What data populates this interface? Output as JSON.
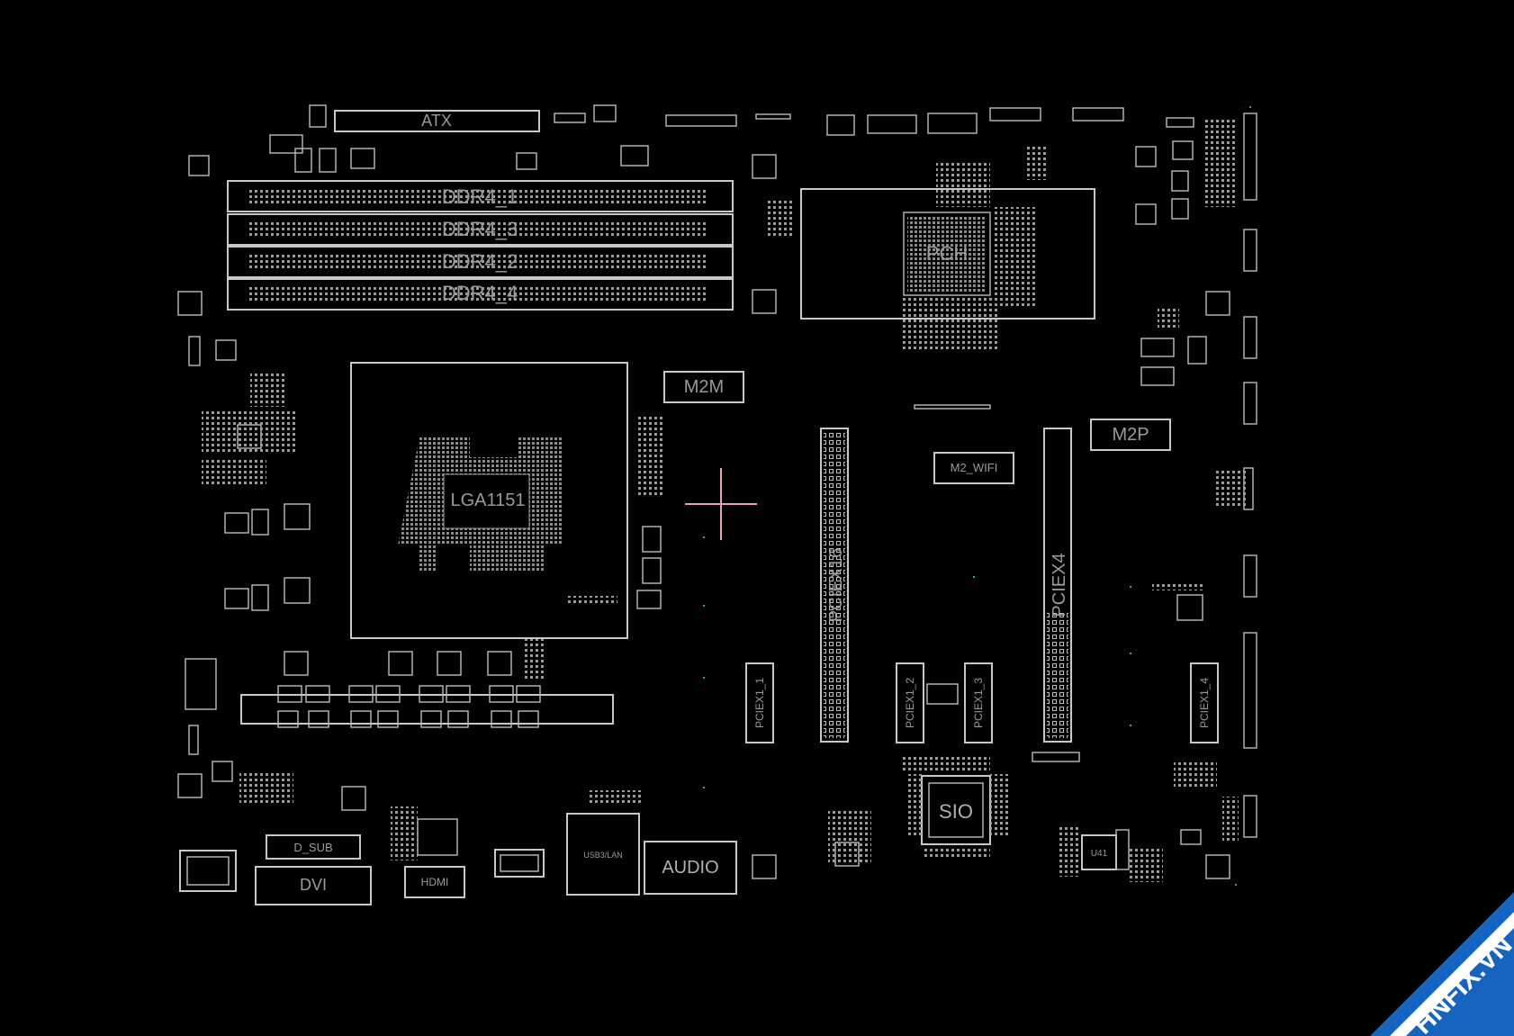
{
  "labels": {
    "atx": "ATX",
    "ddr1": "DDR4_1",
    "ddr3": "DDR4_3",
    "ddr2": "DDR4_2",
    "ddr4": "DDR4_4",
    "pch": "PCH",
    "m2m": "M2M",
    "m2p": "M2P",
    "m2wifi": "M2_WIFI",
    "socket": "LGA1151",
    "pciex16": "PCIEX16",
    "pciex4": "PCIEX4",
    "pciex1_1": "PCIEX1_1",
    "pciex1_2": "PCIEX1_2",
    "pciex1_3": "PCIEX1_3",
    "pciex1_4": "PCIEX1_4",
    "sio": "SIO",
    "audio": "AUDIO",
    "dsub": "D_SUB",
    "dvi": "DVI",
    "hdmi": "HDMI",
    "usblan": "USB3/LAN",
    "u41": "U41"
  },
  "watermark": {
    "text": "HNFIX.VN",
    "accent": "#e53935",
    "color": "#1565c0"
  },
  "colors": {
    "background": "#000000",
    "outline": "#c8c8c8",
    "cursor": "#e8a0b4",
    "marker": "#2aa3b8"
  }
}
